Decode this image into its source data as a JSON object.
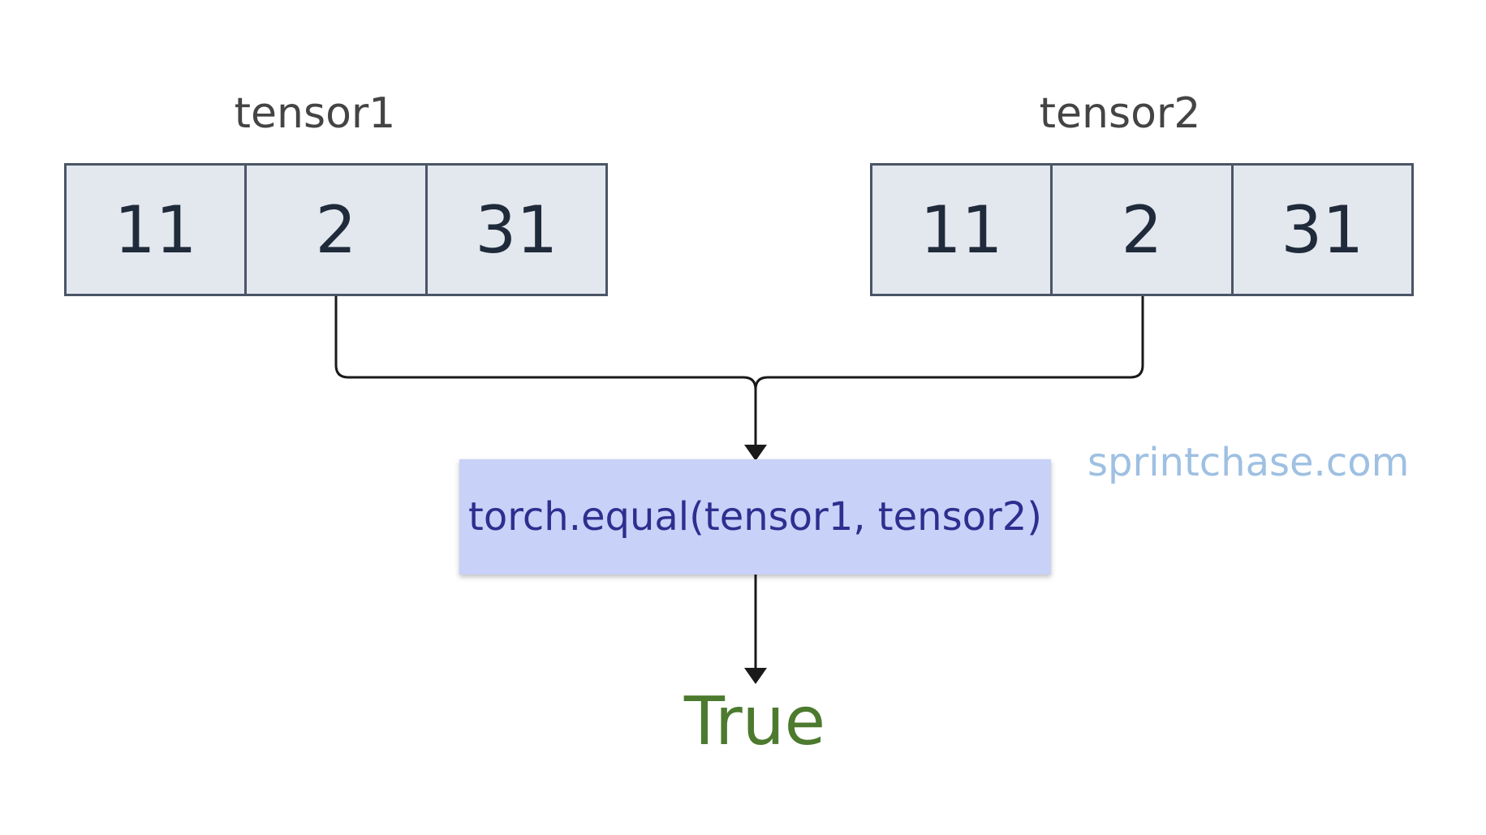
{
  "tensor1": {
    "label": "tensor1",
    "values": [
      "11",
      "2",
      "31"
    ]
  },
  "tensor2": {
    "label": "tensor2",
    "values": [
      "11",
      "2",
      "31"
    ]
  },
  "operation": "torch.equal(tensor1, tensor2)",
  "result": "True",
  "watermark": "sprintchase.com",
  "colors": {
    "cell_fill": "#e3e7ee",
    "cell_border": "#4a5566",
    "func_fill": "#c8d1f8",
    "func_text": "#2e2e8f",
    "result_text": "#4c7a2e",
    "watermark_text": "#9ec0e2"
  }
}
